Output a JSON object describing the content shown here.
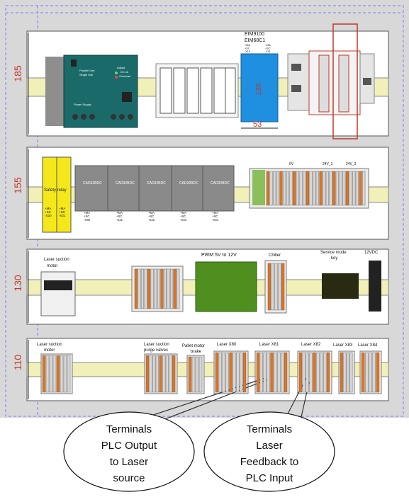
{
  "rows": [
    {
      "height_label": "185"
    },
    {
      "height_label": "155"
    },
    {
      "height_label": "130"
    },
    {
      "height_label": "110"
    }
  ],
  "row1": {
    "power_supply": {
      "lines": [
        "Parallel Use",
        "Single Use"
      ],
      "status": [
        "Adjust",
        "DC ok",
        "Overload"
      ],
      "name": "Power Supply"
    },
    "eim_labels": [
      "EIM9100",
      "EIM68C1"
    ],
    "eim_small": [
      "+MA\n+SC\n-X10",
      "+MA\n+SC\n-X11"
    ],
    "blue_dim_vertical": "135",
    "blue_dim_horizontal": "53"
  },
  "row2": {
    "safety_relay": "Safety relay",
    "safety_tags": [
      "+MA\n+SC\n-X20",
      "+MA\n+SC\n-X21"
    ],
    "cad_labels": [
      "CAD32BDC",
      "CAD32BDC",
      "CAD32BDC",
      "CAD32BDC",
      "CAD32BDC"
    ],
    "cad_tags": [
      "+MA\n+SC\n-X30",
      "+MA\n+SC\n-X31",
      "+MA\n+SC\n-X32",
      "+MA\n+SC\n-X33",
      "+MA\n+SC\n-X34"
    ],
    "bus_labels": [
      "0V",
      "24V_1",
      "24V_3"
    ]
  },
  "row3": {
    "laser_motor": [
      "Laser suction",
      "motor"
    ],
    "pwm": "PWM 5V to 12V",
    "chiller": "Chiller",
    "service_key": [
      "Service mode",
      "key"
    ],
    "vdc": "12VDC"
  },
  "row4": {
    "laser_motor": [
      "Laser suction",
      "motor"
    ],
    "purge": [
      "Laser suction",
      "purge valves"
    ],
    "pallet": [
      "Pallet motor",
      "brake"
    ],
    "x80": "Laser X80",
    "x81": "Laser X81",
    "x82": "Laser X82",
    "x83": "Laser X83",
    "x84": "Laser X84"
  },
  "callouts": [
    {
      "lines": [
        "Terminals",
        "PLC Output",
        "to Laser",
        "source"
      ]
    },
    {
      "lines": [
        "Terminals",
        "Laser",
        "Feedback  to",
        "PLC Input"
      ]
    }
  ]
}
